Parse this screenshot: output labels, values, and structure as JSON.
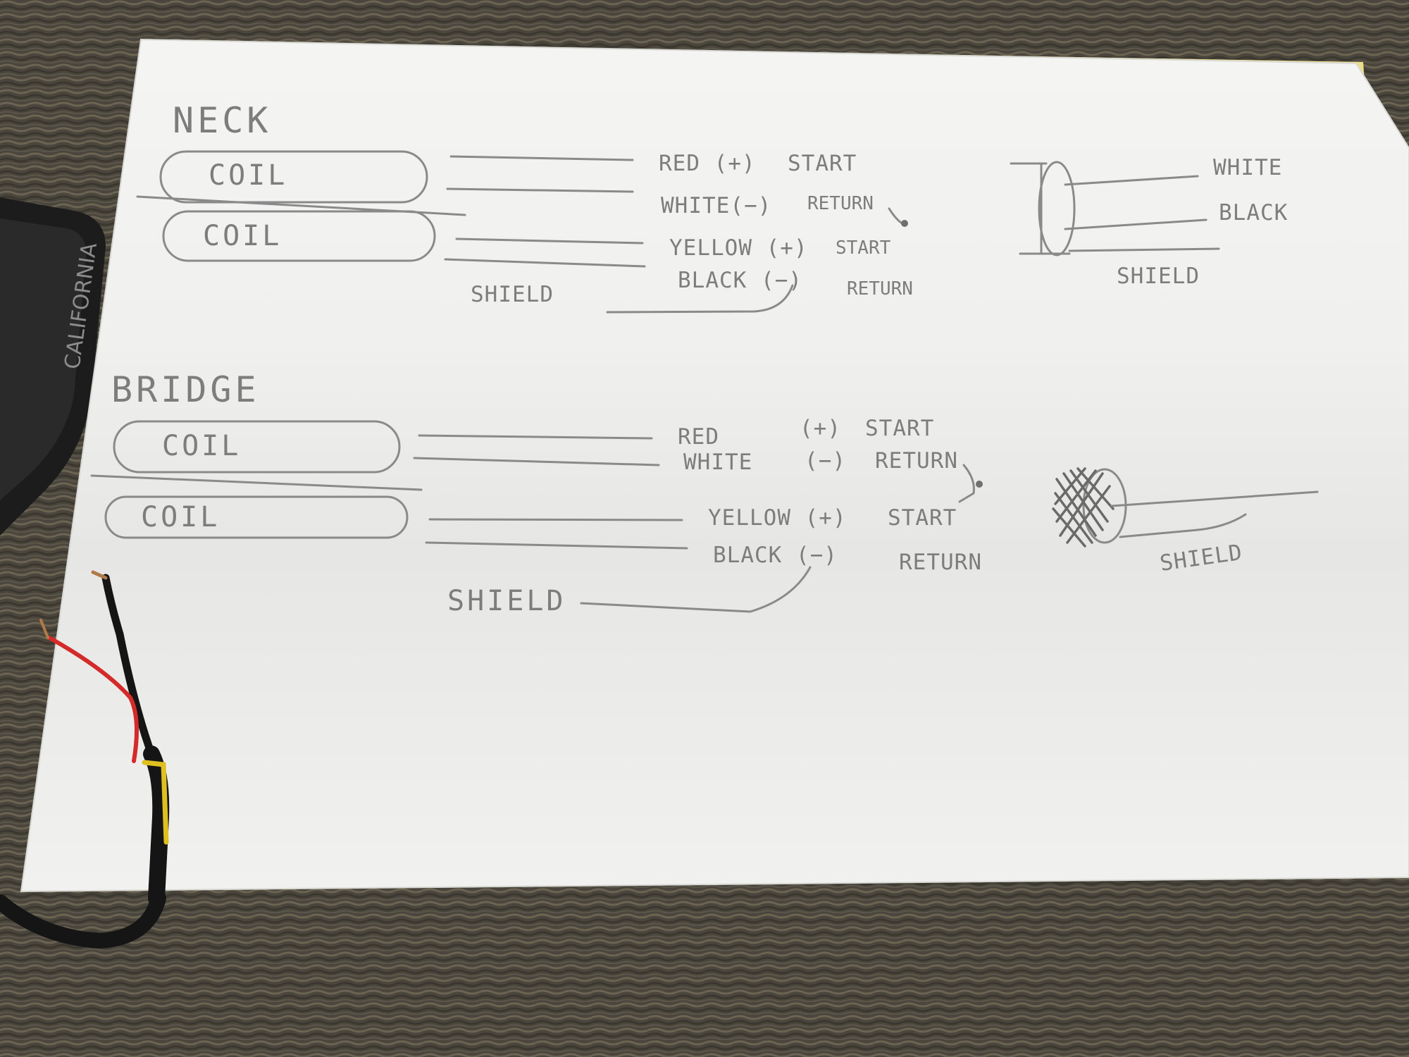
{
  "neck": {
    "title": "NECK",
    "coil_top": "COIL",
    "coil_bottom": "COIL",
    "red": "RED (+)",
    "red_role": "START",
    "white": "WHITE(−)",
    "white_role": "RETURN",
    "yellow": "YELLOW (+)",
    "yellow_role": "START",
    "black": "BLACK (−)",
    "black_role": "RETURN",
    "shield": "SHIELD",
    "cable_white": "WHITE",
    "cable_black": "BLACK",
    "cable_shield": "SHIELD"
  },
  "bridge": {
    "title": "BRIDGE",
    "coil_top": "COIL",
    "coil_bottom": "COIL",
    "red": "RED",
    "red_sign": "(+)",
    "red_role": "START",
    "white": "WHITE",
    "white_sign": "(−)",
    "white_role": "RETURN",
    "yellow": "YELLOW (+)",
    "yellow_role": "START",
    "black": "BLACK (−)",
    "black_role": "RETURN",
    "shield": "SHIELD",
    "cable_shield": "SHIELD"
  },
  "pickup_case_text": "CALIFORNIA",
  "colors": {
    "carpet": "#4a463d",
    "paper": "#f3f3f1",
    "pencil": "#7d7d7d",
    "wire_red": "#d42a2a",
    "wire_yellow": "#e0c020",
    "wire_black": "#151515"
  }
}
